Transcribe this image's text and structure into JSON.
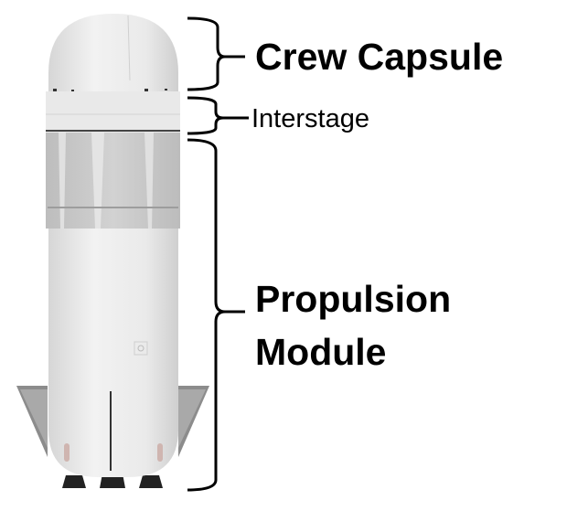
{
  "labels": {
    "crew_capsule": "Crew Capsule",
    "interstage": "Interstage",
    "propulsion_line1": "Propulsion",
    "propulsion_line2": "Module"
  },
  "colors": {
    "body": "#ececec",
    "band": "#c9c9c9",
    "fin": "#8f8f8f",
    "text": "#000000"
  }
}
